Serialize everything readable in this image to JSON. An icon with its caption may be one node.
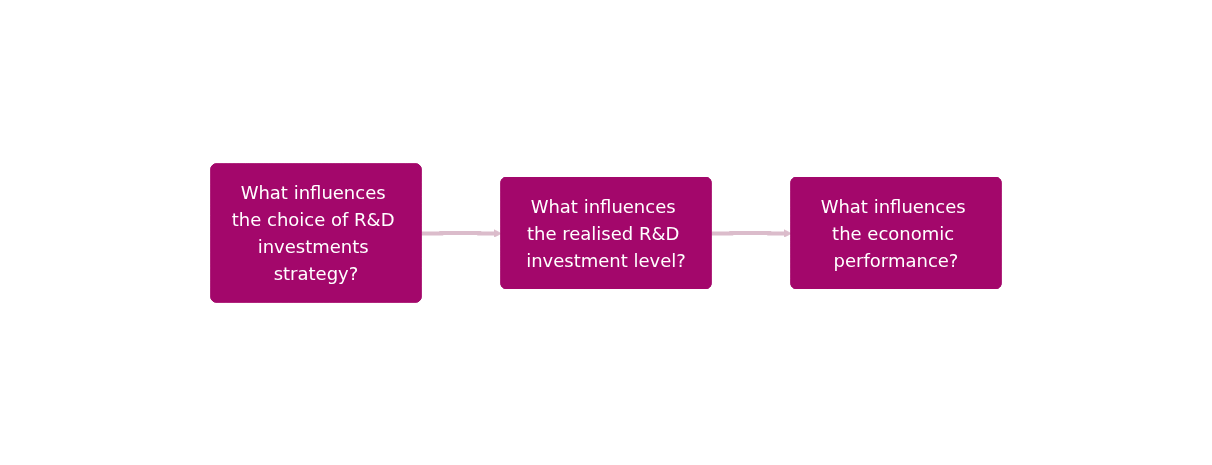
{
  "diagram": {
    "nodes": [
      {
        "text": [
          "What influences the choice of R&D investments strategy?"
        ]
      },
      {
        "text": [
          "What influences the realised R&D investment level?"
        ]
      },
      {
        "text": [
          "What influences the economic performance?"
        ]
      }
    ],
    "edges": [
      {
        "from": 0,
        "to": 1,
        "arrow": "to"
      },
      {
        "from": 1,
        "to": 2,
        "arrow": "to"
      }
    ]
  }
}
